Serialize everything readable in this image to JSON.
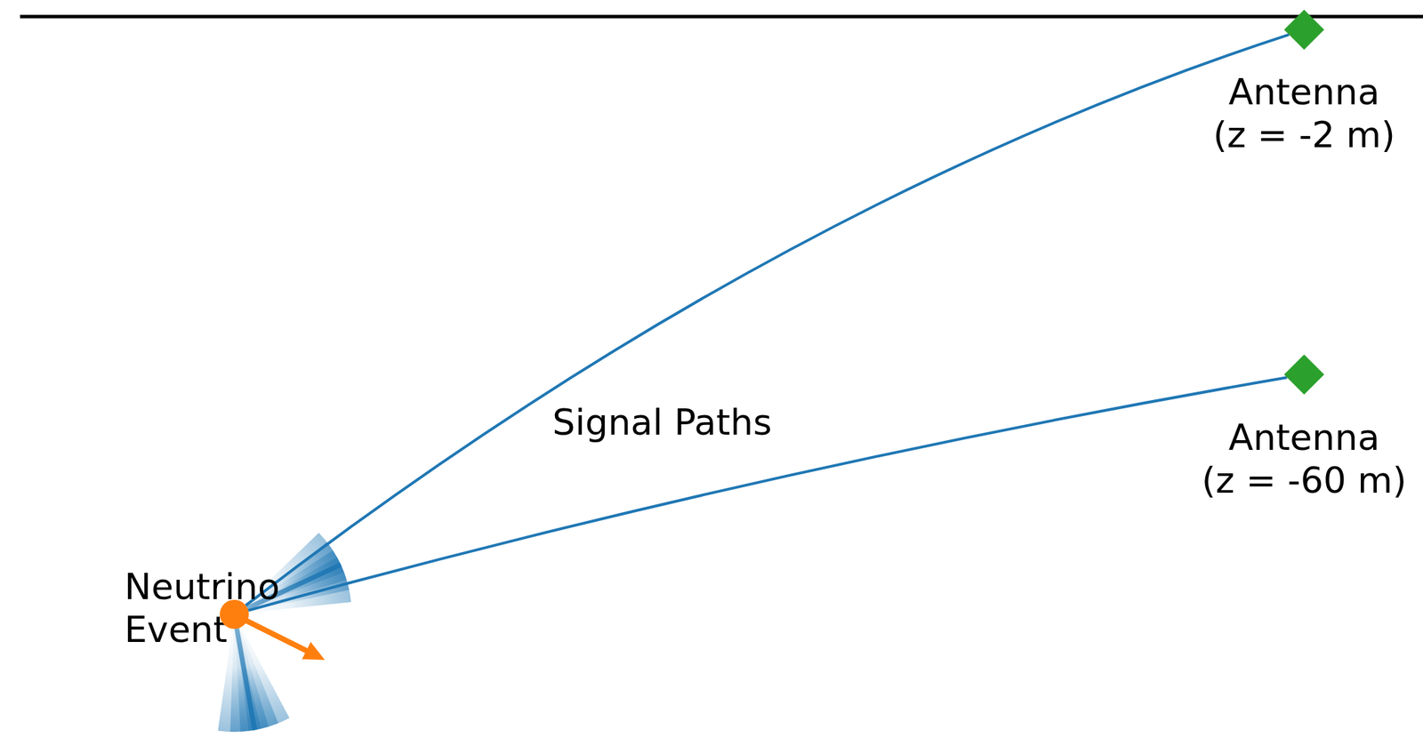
{
  "diagram": {
    "nodes": [
      {
        "text": [
          "Antenna (z = -2 m)"
        ]
      },
      {
        "text": [
          "Antenna (z = -60 m)"
        ]
      },
      {
        "text": [
          "Neutrino Event"
        ]
      }
    ],
    "edges": [
      {
        "from": 2,
        "to": 0,
        "arrow": "none"
      },
      {
        "from": 2,
        "to": 1,
        "arrow": "none"
      }
    ],
    "labels": [
      "Signal Paths"
    ]
  }
}
